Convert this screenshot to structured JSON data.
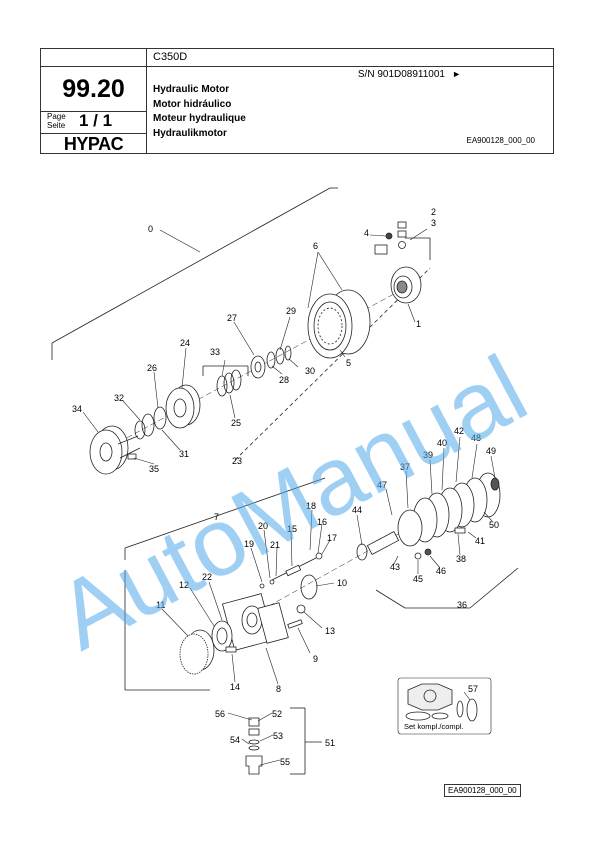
{
  "header": {
    "model": "C350D",
    "serial": "S/N 901D08911001",
    "serial_arrow": "►",
    "code": "99.20",
    "page_label": "Page\nSeite",
    "page_value": "1 / 1",
    "brand": "HYPAC",
    "titles": [
      "Hydraulic Motor",
      "Motor hidráulico",
      "Moteur hydraulique",
      "Hydraulikmotor"
    ],
    "ref": "EA900128_000_00"
  },
  "set_label": "Set kompl./compl.",
  "footer_ref": "EA900128_000_00",
  "watermark": "AutoManual",
  "callouts": [
    "0",
    "1",
    "2",
    "3",
    "4",
    "5",
    "6",
    "7",
    "8",
    "9",
    "10",
    "11",
    "12",
    "13",
    "14",
    "15",
    "16",
    "17",
    "18",
    "19",
    "20",
    "21",
    "22",
    "23",
    "24",
    "25",
    "26",
    "27",
    "28",
    "29",
    "30",
    "31",
    "32",
    "33",
    "34",
    "35",
    "36",
    "37",
    "38",
    "39",
    "40",
    "41",
    "42",
    "43",
    "44",
    "45",
    "46",
    "47",
    "48",
    "49",
    "50",
    "51",
    "52",
    "53",
    "54",
    "55",
    "56",
    "57"
  ]
}
